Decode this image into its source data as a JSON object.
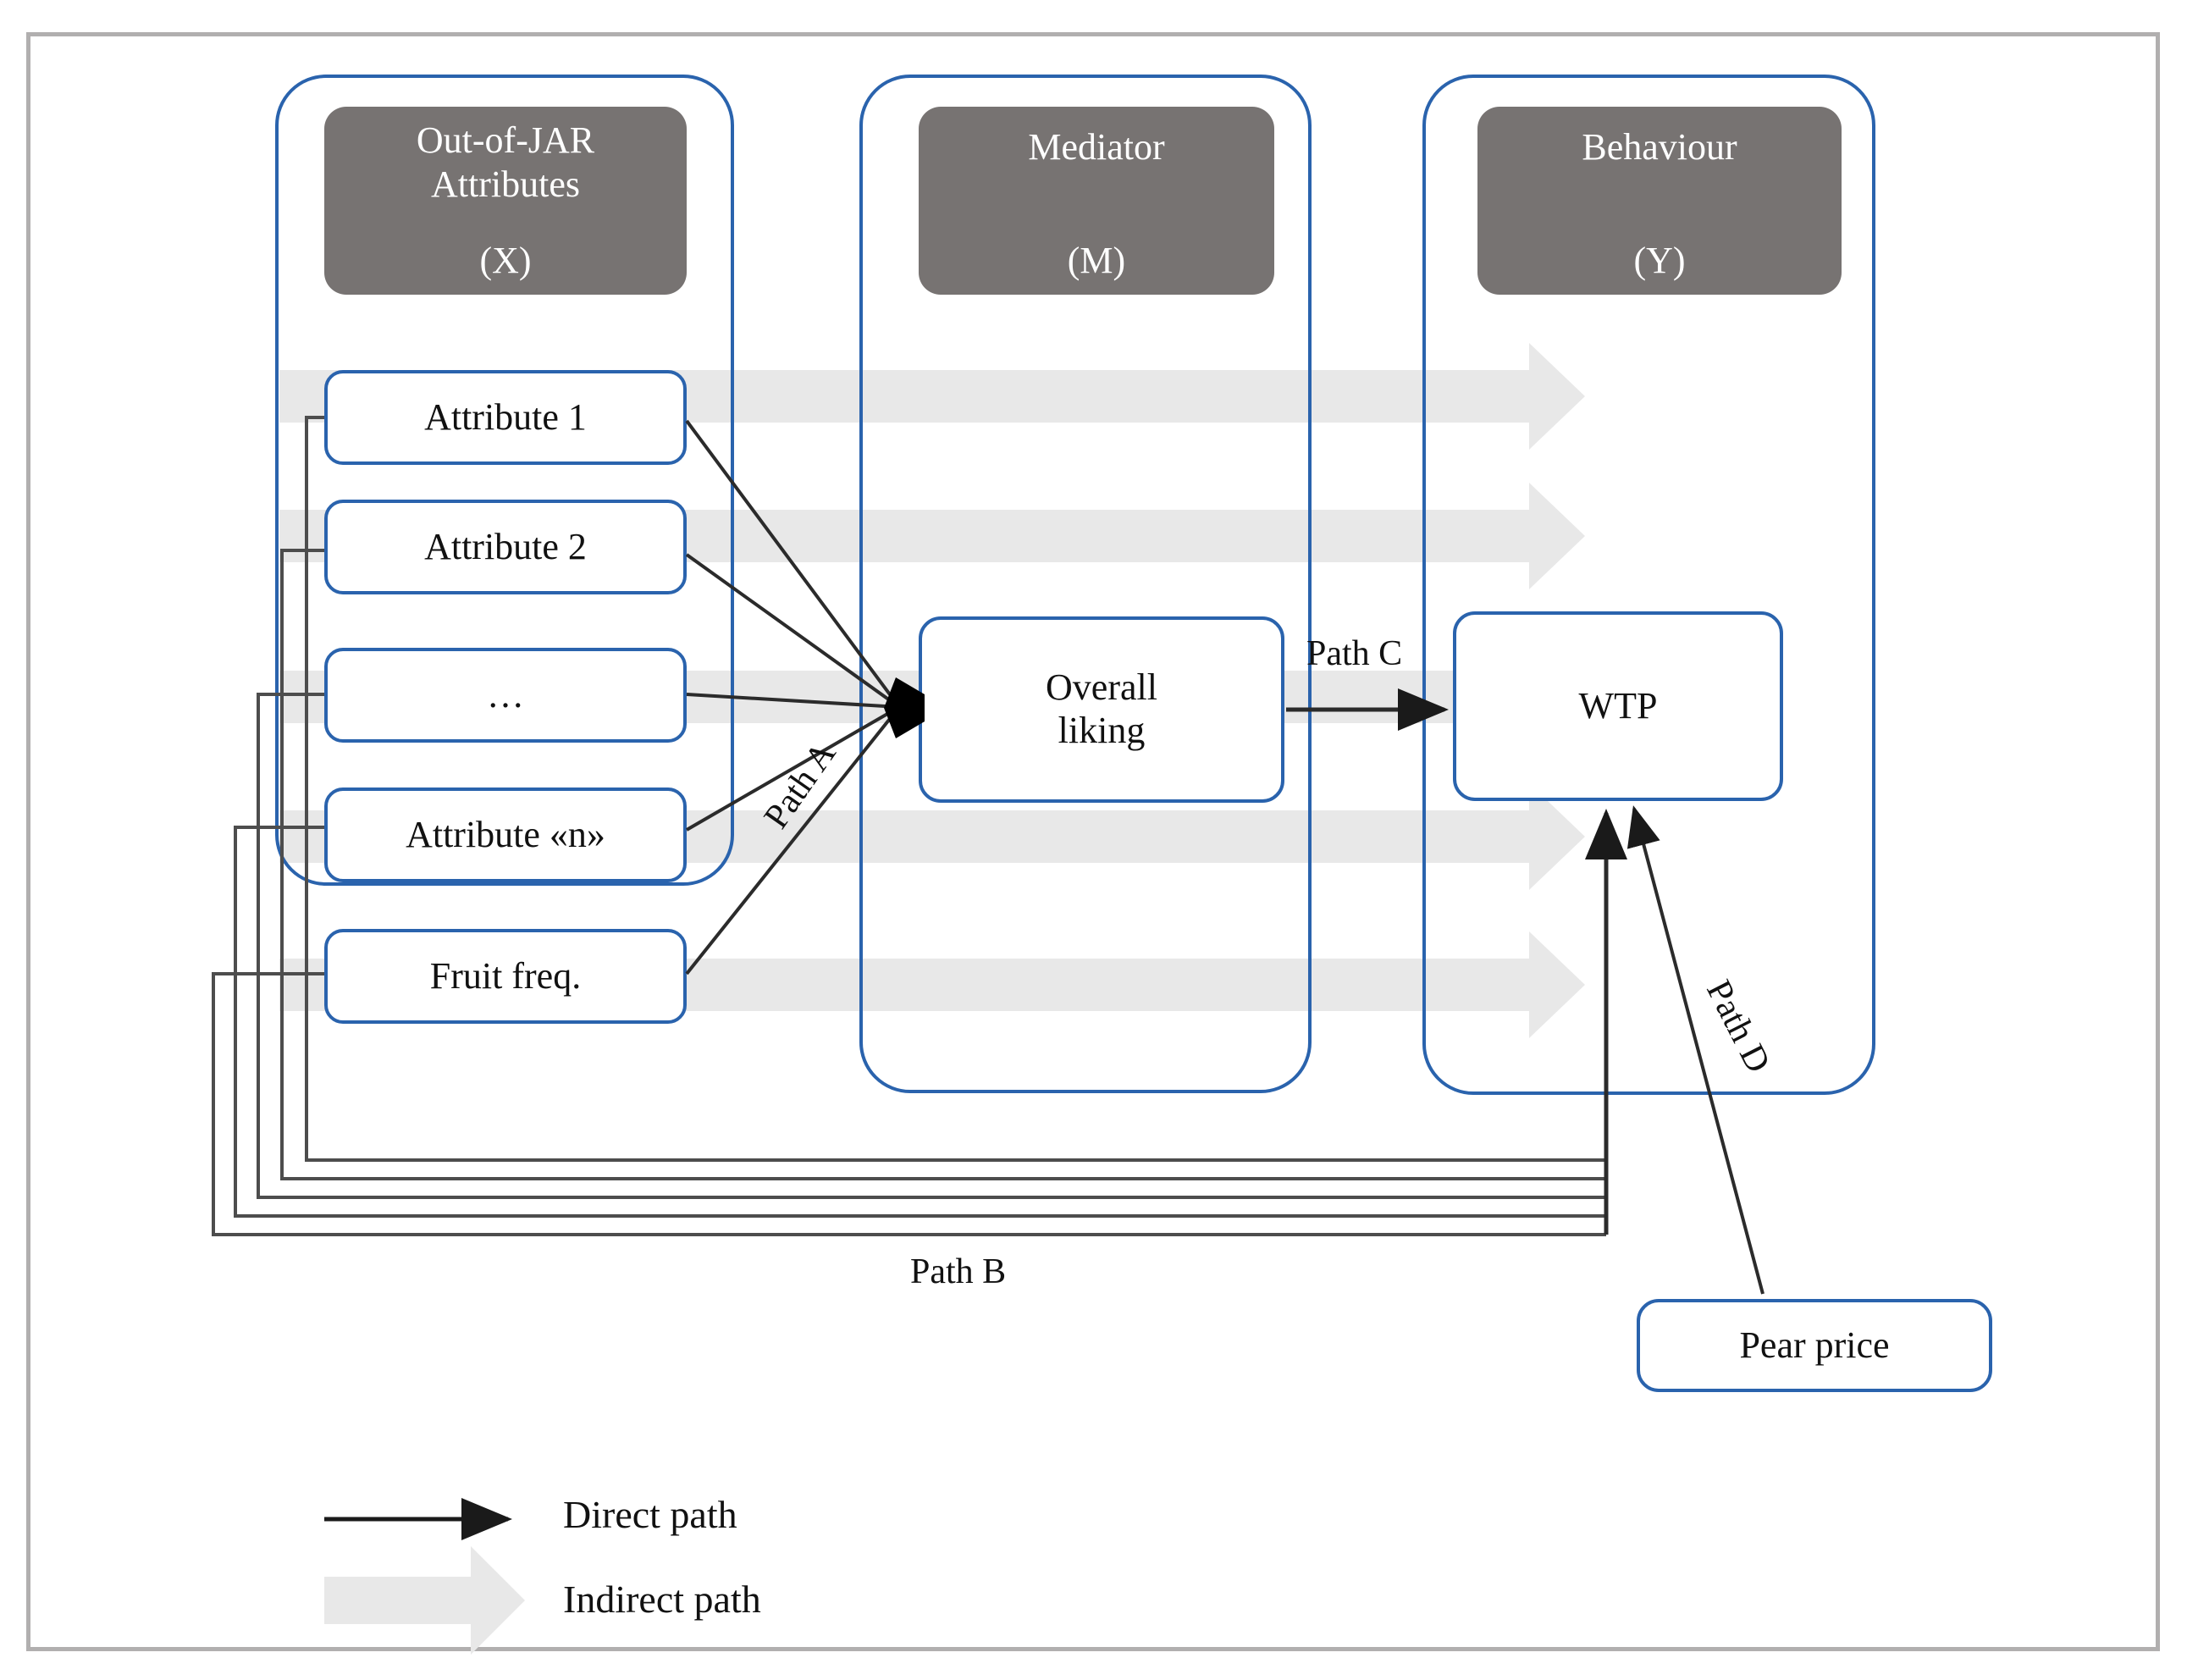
{
  "diagram": {
    "title_present": false,
    "columns": [
      {
        "id": "x",
        "header_title": "Out-of-JAR\nAttributes",
        "header_line1": "Out-of-JAR",
        "header_line2": "Attributes",
        "header_code": "(X)"
      },
      {
        "id": "m",
        "header_line1": "Mediator",
        "header_line2": "",
        "header_code": "(M)"
      },
      {
        "id": "y",
        "header_line1": "Behaviour",
        "header_line2": "",
        "header_code": "(Y)"
      }
    ],
    "attributes": [
      {
        "label": "Attribute 1"
      },
      {
        "label": "Attribute 2"
      },
      {
        "label": "…"
      },
      {
        "label": "Attribute «n»"
      },
      {
        "label": "Fruit freq."
      }
    ],
    "mediator_node": {
      "line1": "Overall",
      "line2": "liking"
    },
    "behaviour_node": {
      "label": "WTP"
    },
    "external_node": {
      "label": "Pear price"
    },
    "paths": {
      "a": "Path A",
      "b": "Path B",
      "c": "Path C",
      "d": "Path D"
    },
    "legend": [
      {
        "key": "direct",
        "label": "Direct path",
        "marker": "thin-arrow-icon"
      },
      {
        "key": "indirect",
        "label": "Indirect path",
        "marker": "block-arrow-icon"
      }
    ],
    "colors": {
      "panel_border": "#2a63ad",
      "header_fill": "#777372",
      "header_text": "#ffffff",
      "node_fill": "#ffffff",
      "node_text": "#111111",
      "indirect_arrow": "#e6e6e6",
      "direct_arrow": "#1a1a1a",
      "frame_border": "#b1afaf",
      "routed_line": "#4d4d4d"
    }
  }
}
